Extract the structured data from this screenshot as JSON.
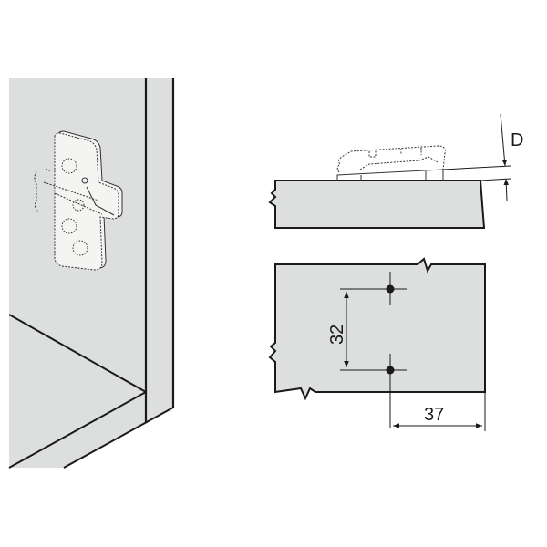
{
  "diagram": {
    "subject": "Hinge mounting plate installation",
    "colors": {
      "panel_fill": "#dcdfde",
      "plate_fill": "#f4f4f2",
      "line": "#1a1a1a",
      "background": "#ffffff"
    },
    "side_view": {
      "dimension_label": "D"
    },
    "drill_pattern": {
      "vertical_spacing_label": "32",
      "edge_distance_label": "37"
    }
  }
}
